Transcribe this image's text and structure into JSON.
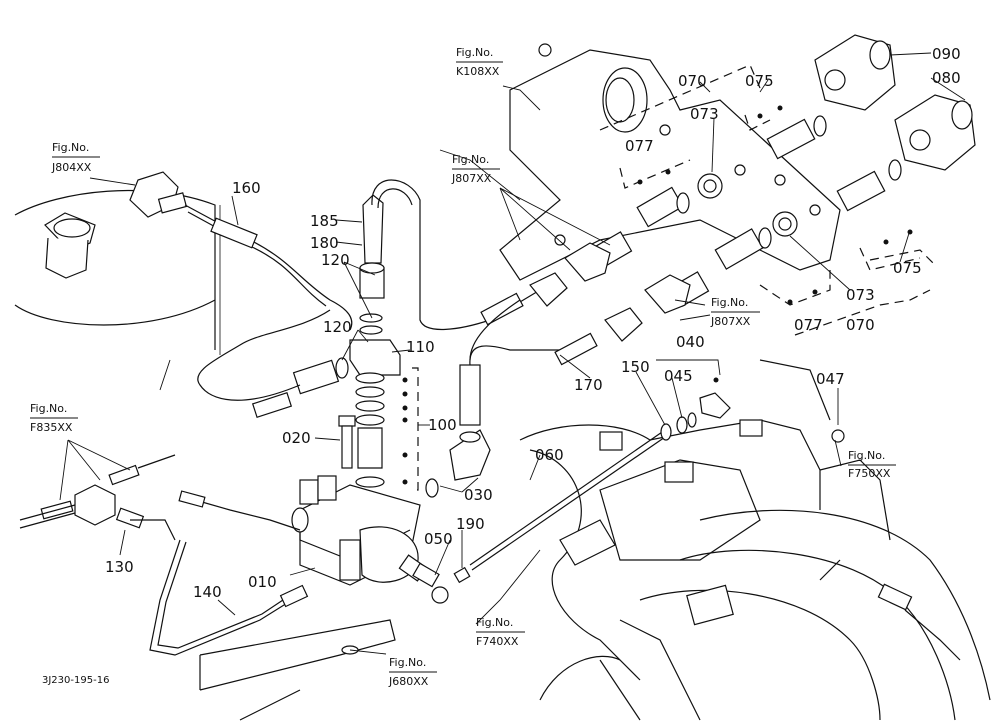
{
  "diagram_code": "3J230-195-16",
  "fig_refs": [
    {
      "id": "k108",
      "title": "Fig.No.",
      "code": "K108XX"
    },
    {
      "id": "j804",
      "title": "Fig.No.",
      "code": "J804XX"
    },
    {
      "id": "j807a",
      "title": "Fig.No.",
      "code": "J807XX"
    },
    {
      "id": "j807b",
      "title": "Fig.No.",
      "code": "J807XX"
    },
    {
      "id": "f835",
      "title": "Fig.No.",
      "code": "F835XX"
    },
    {
      "id": "f750",
      "title": "Fig.No.",
      "code": "F750XX"
    },
    {
      "id": "f740",
      "title": "Fig.No.",
      "code": "F740XX"
    },
    {
      "id": "j680",
      "title": "Fig.No.",
      "code": "J680XX"
    }
  ],
  "part_labels": [
    {
      "id": "p010",
      "text": "010"
    },
    {
      "id": "p020",
      "text": "020"
    },
    {
      "id": "p030",
      "text": "030"
    },
    {
      "id": "p040",
      "text": "040"
    },
    {
      "id": "p045",
      "text": "045"
    },
    {
      "id": "p047",
      "text": "047"
    },
    {
      "id": "p050",
      "text": "050"
    },
    {
      "id": "p060",
      "text": "060"
    },
    {
      "id": "p070a",
      "text": "070"
    },
    {
      "id": "p070b",
      "text": "070"
    },
    {
      "id": "p073a",
      "text": "073"
    },
    {
      "id": "p073b",
      "text": "073"
    },
    {
      "id": "p075a",
      "text": "075"
    },
    {
      "id": "p075b",
      "text": "075"
    },
    {
      "id": "p077a",
      "text": "077"
    },
    {
      "id": "p077b",
      "text": "077"
    },
    {
      "id": "p080",
      "text": "080"
    },
    {
      "id": "p090",
      "text": "090"
    },
    {
      "id": "p100",
      "text": "100"
    },
    {
      "id": "p110",
      "text": "110"
    },
    {
      "id": "p120a",
      "text": "120"
    },
    {
      "id": "p120b",
      "text": "120"
    },
    {
      "id": "p130",
      "text": "130"
    },
    {
      "id": "p140",
      "text": "140"
    },
    {
      "id": "p150",
      "text": "150"
    },
    {
      "id": "p160",
      "text": "160"
    },
    {
      "id": "p170",
      "text": "170"
    },
    {
      "id": "p180",
      "text": "180"
    },
    {
      "id": "p185",
      "text": "185"
    },
    {
      "id": "p190",
      "text": "190"
    }
  ]
}
